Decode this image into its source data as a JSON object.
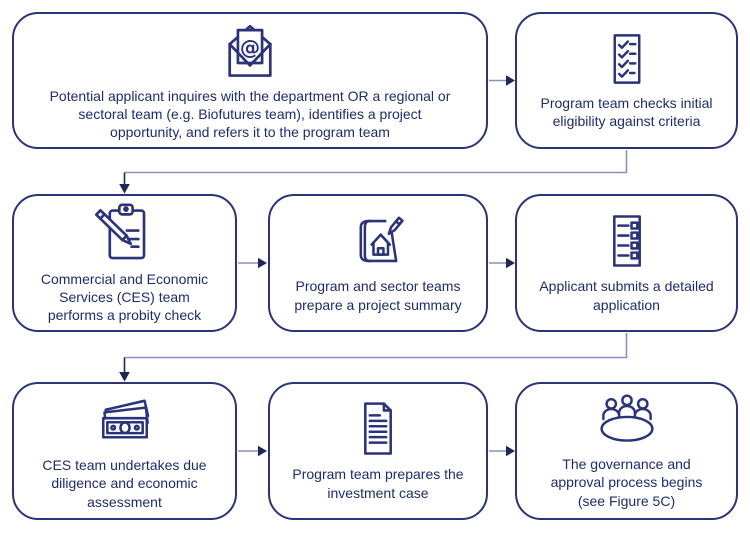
{
  "figure": {
    "background": "#ffffff",
    "accent": "#2b3379",
    "text_color": "#1f2c6b",
    "connector_color": "#8a90ba",
    "arrowhead_color": "#1e2757",
    "steps": [
      {
        "id": "inquiry",
        "icon": "open-email-icon",
        "lines": [
          "Potential applicant inquires with the department OR a regional or",
          "sectoral team (e.g. Biofutures team), identifies a project",
          "opportunity, and refers it to the program team"
        ]
      },
      {
        "id": "eligibility-check",
        "icon": "checklist-icon",
        "lines": [
          "Program team checks initial",
          "eligibility against criteria"
        ]
      },
      {
        "id": "probity-check",
        "icon": "clipboard-pencil-icon",
        "lines": [
          "Commercial and Economic",
          "Services (CES) team",
          "performs a probity check"
        ]
      },
      {
        "id": "project-summary",
        "icon": "blueprint-pencil-icon",
        "lines": [
          "Program and sector teams",
          "prepare a project summary"
        ]
      },
      {
        "id": "detailed-application",
        "icon": "application-form-icon",
        "lines": [
          "Applicant submits a detailed",
          "application"
        ]
      },
      {
        "id": "due-diligence",
        "icon": "banknotes-icon",
        "lines": [
          "CES team undertakes due",
          "diligence and economic",
          "assessment"
        ]
      },
      {
        "id": "investment-case",
        "icon": "document-icon",
        "lines": [
          "Program team prepares the",
          "investment case"
        ]
      },
      {
        "id": "governance",
        "icon": "meeting-table-icon",
        "lines": [
          "The governance and",
          "approval process begins",
          "(see Figure 5C)"
        ]
      }
    ]
  }
}
